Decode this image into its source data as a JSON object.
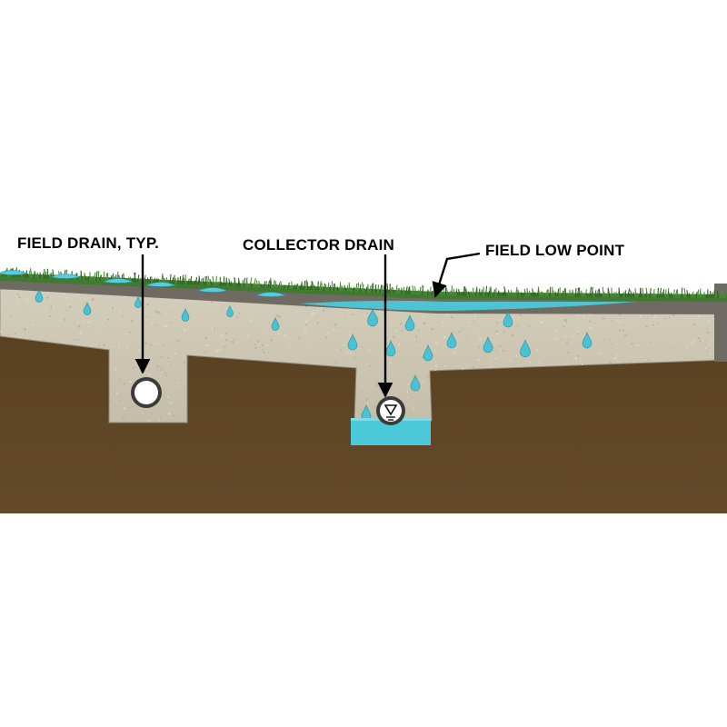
{
  "labels": {
    "field_drain": "FIELD DRAIN, TYP.",
    "collector_drain": "COLLECTOR DRAIN",
    "field_low_point": "FIELD LOW POINT"
  },
  "colors": {
    "background": "#ffffff",
    "subsoil": "#5e4527",
    "gravel_aggregate": "#ccc6b4",
    "surface_layer": "#6f6b63",
    "turf": "#3f7a2f",
    "water": "#4cc9d9",
    "drain_pipe_ring": "#3b3b3b",
    "drain_pipe_fill": "#ffffff",
    "callout": "#000000"
  },
  "icons": {
    "water_level_marker": "inverted-triangle-icon"
  }
}
